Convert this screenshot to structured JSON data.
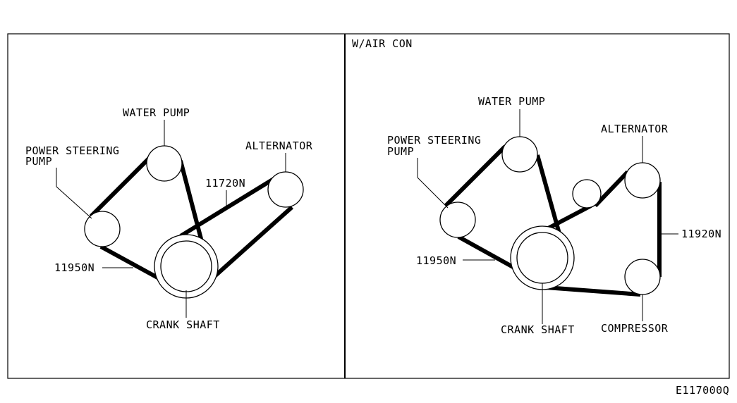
{
  "left_panel": {
    "labels": {
      "water_pump": "WATER PUMP",
      "power_steering_line1": "POWER STEERING",
      "power_steering_line2": "PUMP",
      "alternator": "ALTERNATOR",
      "belt_alternator": "11720N",
      "belt_power_steering": "11950N",
      "crank_shaft": "CRANK SHAFT"
    }
  },
  "right_panel": {
    "title": "W/AIR CON",
    "labels": {
      "water_pump": "WATER PUMP",
      "power_steering_line1": "POWER STEERING",
      "power_steering_line2": "PUMP",
      "alternator": "ALTERNATOR",
      "belt_compressor": "11920N",
      "belt_power_steering": "11950N",
      "crank_shaft": "CRANK SHAFT",
      "compressor": "COMPRESSOR"
    }
  },
  "figure_id": "E117000Q"
}
